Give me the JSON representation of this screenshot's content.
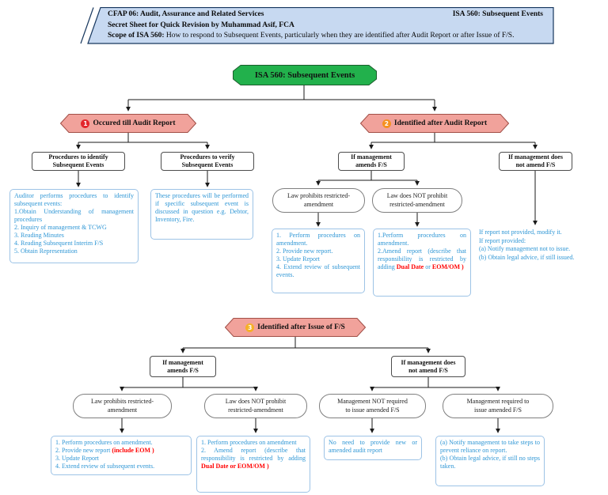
{
  "colors": {
    "header_bg": "#c7d9f1",
    "header_border": "#17375e",
    "root_green": "#22b14c",
    "branch_pink": "#f1a29b",
    "branch_border": "#a14f47",
    "note_blue_text": "#2e96d5",
    "note_border": "#9dc3e6",
    "highlight_red": "#ff0000",
    "badge1_red": "#e3262b",
    "badge2_orange": "#f59120",
    "badge3_amber": "#f6b026"
  },
  "header": {
    "course": "CFAP 06: Audit, Assurance and Related Services",
    "standard": "ISA 560: Subsequent Events",
    "subtitle": "Secret Sheet for Quick Revision by Muhammad Asif, FCA",
    "scope_label": "Scope of ISA 560:",
    "scope_text": " How to respond to Subsequent Events, particularly when they are identified after Audit Report or after Issue of F/S."
  },
  "root": {
    "label": "ISA 560: Subsequent Events"
  },
  "branch1": {
    "num": "1",
    "label": "Occured till Audit Report",
    "identify_title": "Procedures to identify\nSubsequent Events",
    "verify_title": "Procedures to verify\nSubsequent Events",
    "identify_note": [
      "Auditor performs procedures to identify subsequent events:",
      "1.Obtain Understanding of management procedures",
      "2. Inquiry of management & TCWG",
      "3. Reading Minutes",
      "4. Reading Subsequent Interim F/S",
      "5. Obtain Representation"
    ],
    "verify_note": [
      "These procedures will be performed if specific subsequent event is discussed in question e.g. Debtor, Inventory, Fire."
    ]
  },
  "branch2": {
    "num": "2",
    "label": "Identified after Audit Report",
    "amends_title": "If management\namends F/S",
    "not_amend_title": "If management does\nnot amend F/S",
    "law_prohibits": "Law prohibits restricted-\namendment",
    "law_not_prohibit": "Law does NOT prohibit\nrestricted-amendment",
    "law_prohibits_note": [
      "1. Perform procedures on amendment.",
      "2. Provide new report.",
      "3. Update Report",
      "4. Extend review of subsequent events."
    ],
    "law_not_prohibit_note": [
      "1.Perform procedures on amendment.",
      [
        {
          "t": "2.Amend report (describe that responsibility is restricted by adding "
        },
        {
          "t": "Dual Date",
          "c": "#ff0000"
        },
        {
          "t": " or "
        },
        {
          "t": "EOM/OM )",
          "c": "#ff0000"
        }
      ]
    ],
    "not_amend_note": [
      "If report not provided, modify it.",
      "If report provided:",
      "(a) Notify management not to issue.",
      "(b) Obtain legal advice, if still issued."
    ]
  },
  "branch3": {
    "num": "3",
    "label": "Identified after Issue of F/S",
    "amends_title": "If management\namends F/S",
    "not_amend_title": "If management does\nnot amend F/S",
    "law_prohibits": "Law prohibits restricted-\namendment",
    "law_not_prohibit": "Law does NOT prohibit\nrestricted-amendment",
    "mgmt_not_required": "Management NOT required\nto issue amended F/S",
    "mgmt_required": "Management required to\nissue amended F/S",
    "law_prohibits_note": [
      "1. Perform procedures on amendment.",
      [
        {
          "t": "2. Provide new report "
        },
        {
          "t": "(include EOM )",
          "c": "#ff0000"
        }
      ],
      "3. Update Report",
      "4. Extend review of subsequent events."
    ],
    "law_not_prohibit_note": [
      "1. Perform procedures on amendment",
      [
        {
          "t": "2. Amend report (describe that responsibility is restricted by adding "
        },
        {
          "t": "Dual Date or EOM/OM )",
          "c": "#ff0000"
        }
      ]
    ],
    "mgmt_not_required_note": [
      "No need to provide new or amended audit report"
    ],
    "mgmt_required_note": [
      "(a) Notify management to take steps to prevent reliance on report.",
      "(b) Obtain legal advice, if still no steps taken."
    ]
  }
}
